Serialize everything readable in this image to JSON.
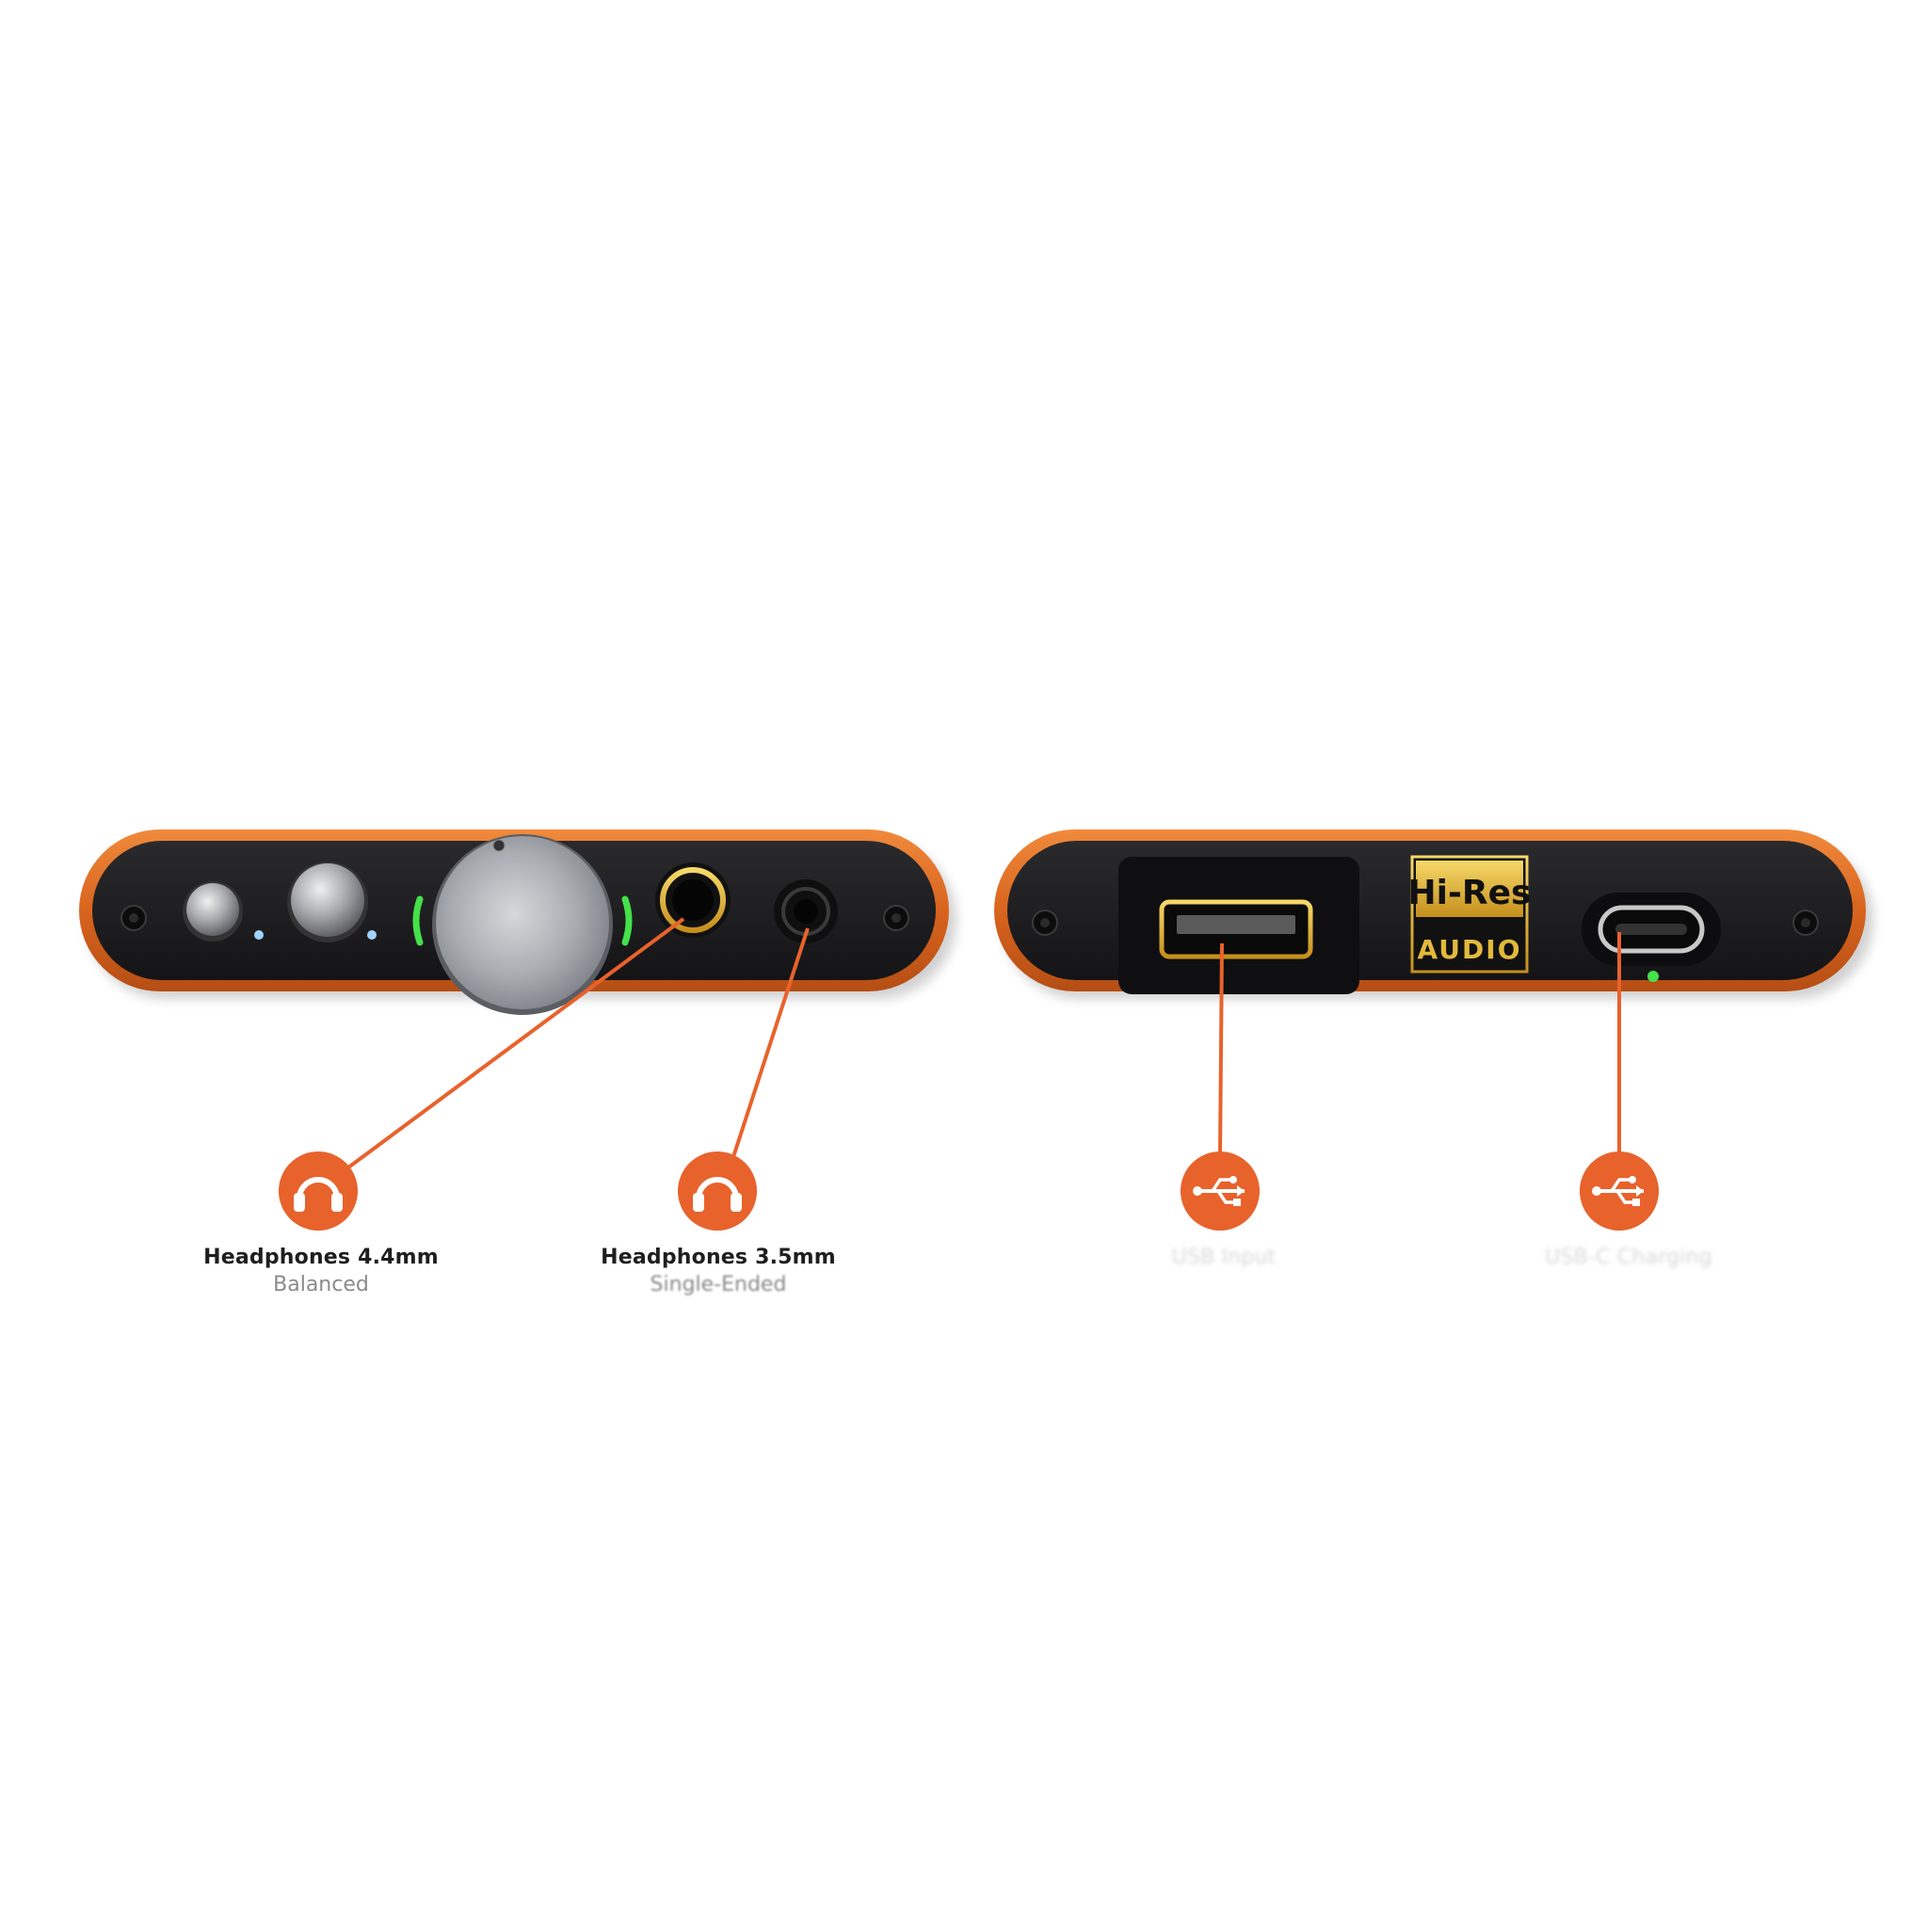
{
  "front_panel": {
    "jack_44": {
      "label": "Headphones 4.4mm",
      "sublabel": "Balanced",
      "icon": "headphones-icon"
    },
    "jack_35": {
      "label": "Headphones 3.5mm",
      "sublabel": "Single-Ended",
      "icon": "headphones-icon"
    }
  },
  "rear_panel": {
    "badge": {
      "line1": "Hi-Res",
      "line2": "AUDIO"
    },
    "usb_input": {
      "label": "USB Input",
      "sublabel": "",
      "icon": "usb-icon"
    },
    "usb_c": {
      "label": "USB-C Charging",
      "sublabel": "",
      "icon": "usb-icon"
    }
  },
  "colors": {
    "accent_orange": "#e8622c",
    "chassis_orange": "#d8641e",
    "panel_black": "#1b1b1d",
    "led_green": "#45e04a",
    "led_blue": "#9fd3ff",
    "badge_gold": "#e3b93c"
  }
}
